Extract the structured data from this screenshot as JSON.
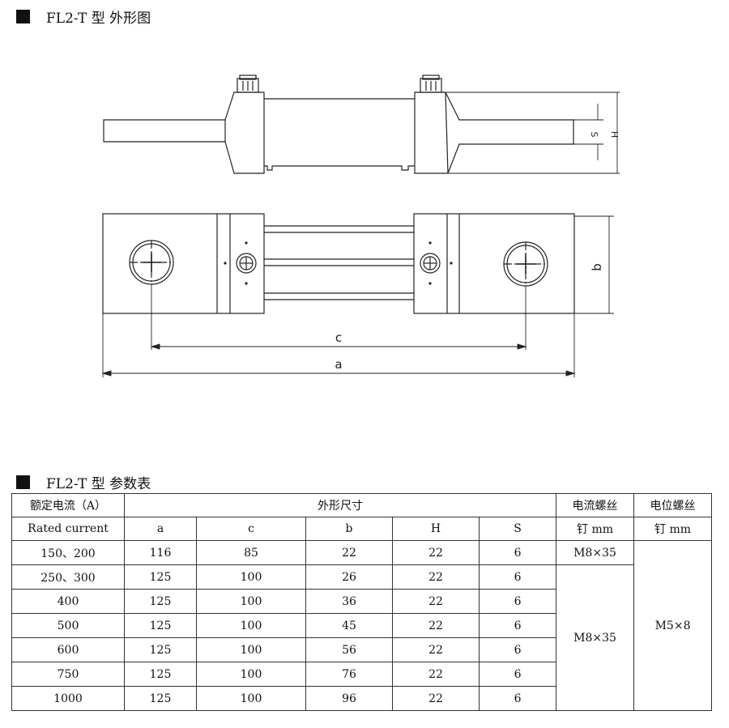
{
  "section1": {
    "title": "FL2-T 型  外形图"
  },
  "drawing": {
    "side_view": {
      "dim_s": "S",
      "dim_h": "H"
    },
    "top_view": {
      "dim_b": "b",
      "dim_c": "c",
      "dim_a": "a"
    }
  },
  "section2": {
    "title": "FL2-T 型  参数表"
  },
  "table": {
    "h_rated_cn": "额定电流（A）",
    "h_rated_en": "Rated current",
    "h_dims": "外形尺寸",
    "h_screw1_l1": "电流螺丝",
    "h_screw1_l2": "钉 mm",
    "h_screw2_l1": "电位螺丝",
    "h_screw2_l2": "钉 mm",
    "cols": [
      "a",
      "c",
      "b",
      "H",
      "S"
    ],
    "rows": [
      {
        "rated": "150、200",
        "a": "116",
        "c": "85",
        "b": "22",
        "H": "22",
        "S": "6"
      },
      {
        "rated": "250、300",
        "a": "125",
        "c": "100",
        "b": "26",
        "H": "22",
        "S": "6"
      },
      {
        "rated": "400",
        "a": "125",
        "c": "100",
        "b": "36",
        "H": "22",
        "S": "6"
      },
      {
        "rated": "500",
        "a": "125",
        "c": "100",
        "b": "45",
        "H": "22",
        "S": "6"
      },
      {
        "rated": "600",
        "a": "125",
        "c": "100",
        "b": "56",
        "H": "22",
        "S": "6"
      },
      {
        "rated": "750",
        "a": "125",
        "c": "100",
        "b": "76",
        "H": "22",
        "S": "6"
      },
      {
        "rated": "1000",
        "a": "125",
        "c": "100",
        "b": "96",
        "H": "22",
        "S": "6"
      }
    ],
    "screw_current_first": "M8×35",
    "screw_current_rest": "M8×35",
    "screw_potential": "M5×8"
  }
}
